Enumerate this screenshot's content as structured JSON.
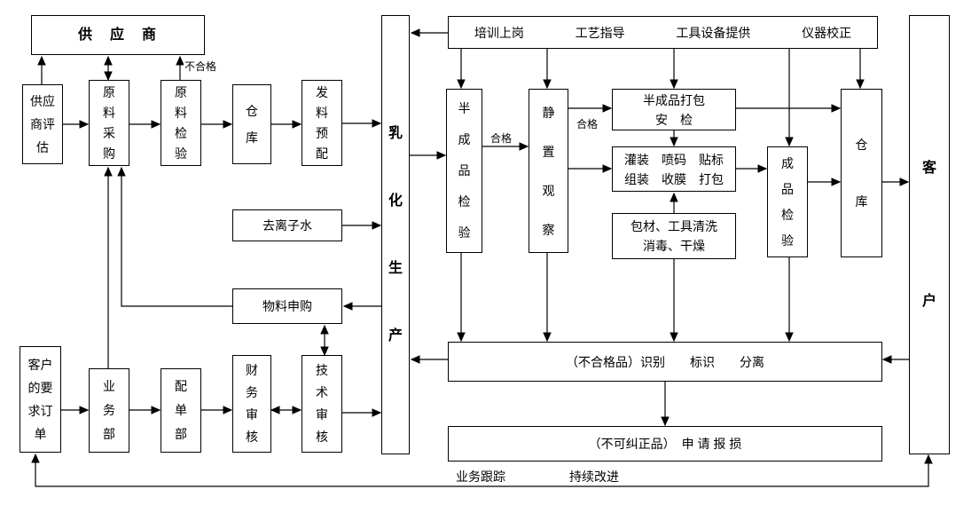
{
  "diagram": {
    "nodes": {
      "supplier": "供　应　商",
      "supplier_eval": "供应\n商评\n估",
      "raw_purchase": "原\n料\n采\n购",
      "raw_inspect": "原\n料\n检\n验",
      "warehouse_left": "仓\n库",
      "issue_preconfig": "发\n料\n预\n配",
      "emulsify_production": "乳\n化\n生\n产",
      "deionized_water": "去离子水",
      "material_requisition": "物料申购",
      "customer_order": "客户\n的要\n求订\n单",
      "business_dept": "业\n务\n部",
      "order_dept": "配\n单\n部",
      "finance_audit": "财\n务\n审\n核",
      "tech_audit": "技\n术\n审\n核",
      "semi_inspect": "半\n成\n品\n检\n验",
      "standing_observation": "静\n置\n观\n察",
      "semi_pack": "半成品打包\n安　检",
      "filling_line": "灌装　喷码　贴标\n组装　收膜　打包",
      "pack_material_clean": "包材、工具清洗\n消毒、干燥",
      "finished_inspect": "成\n品\n检\n验",
      "warehouse_right": "仓\n库",
      "customer": "客\n户",
      "nonconforming": "（不合格品）识别　　标识　　分离",
      "writeoff": "（不可纠正品）　申 请 报 损"
    },
    "support_row": [
      "培训上岗",
      "工艺指导",
      "工具设备提供",
      "仪器校正"
    ],
    "labels": {
      "unqualified": "不合格",
      "qualified_1": "合格",
      "qualified_2": "合格",
      "tracking": "业务跟踪",
      "improvement": "持续改进"
    }
  }
}
